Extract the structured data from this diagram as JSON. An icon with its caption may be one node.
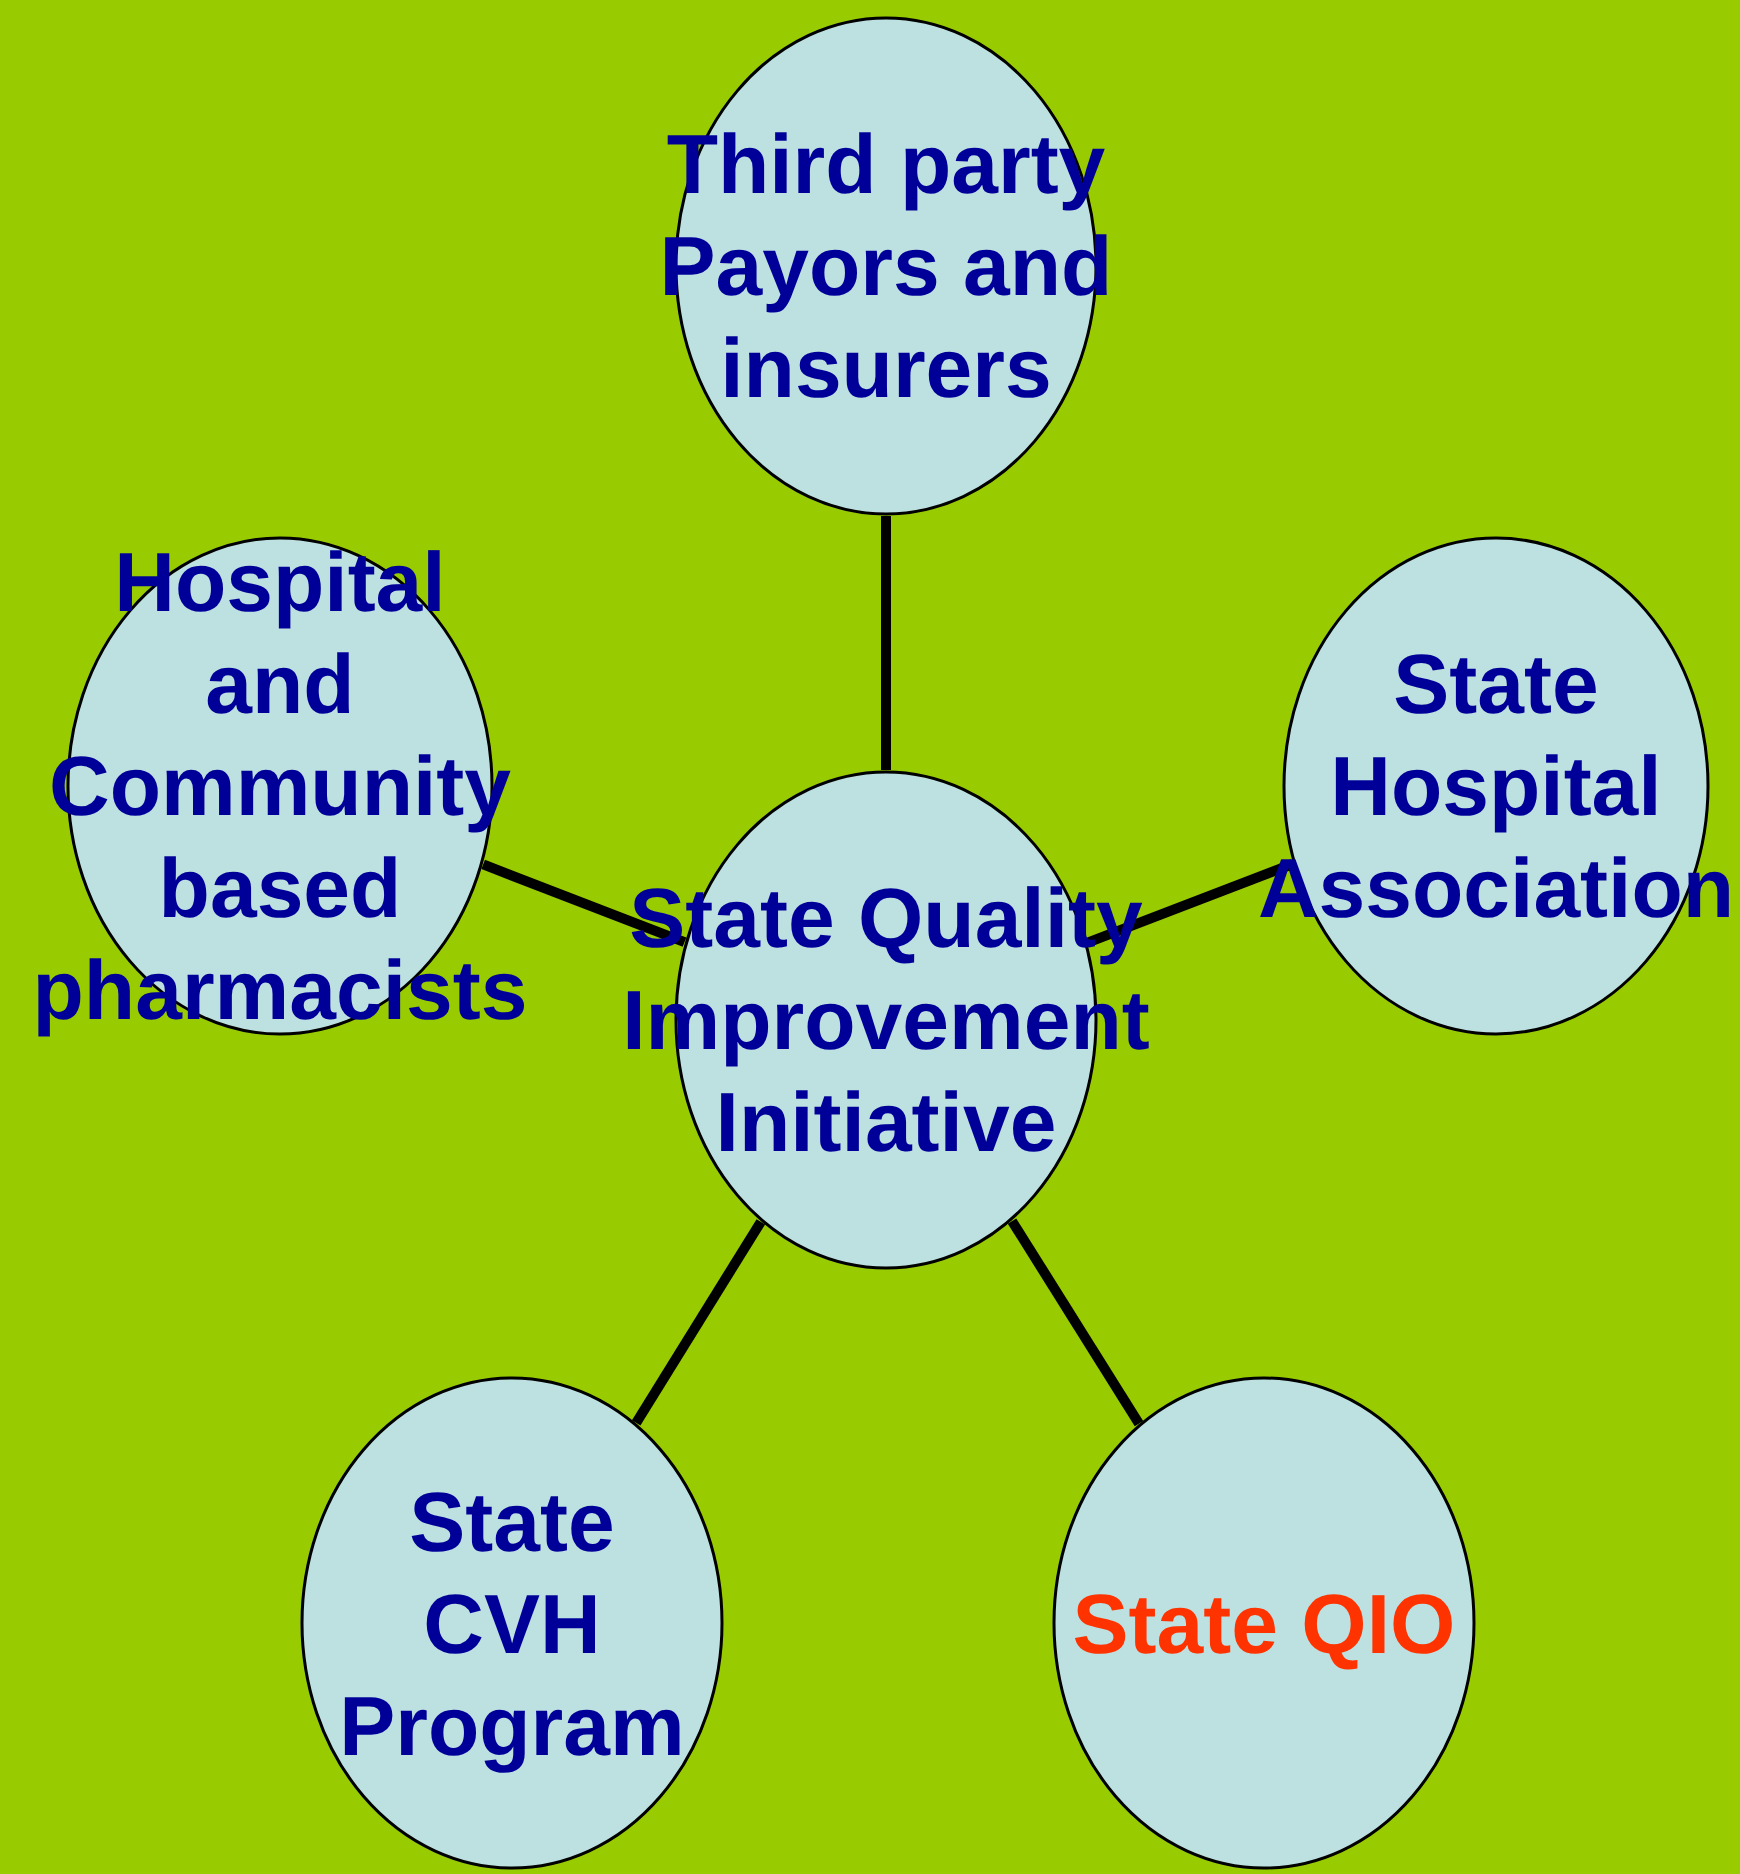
{
  "diagram": {
    "nodes": [
      {
        "text": [
          "State Quality Improvement Initiative"
        ]
      },
      {
        "text": [
          "Third party Payors and insurers"
        ]
      },
      {
        "text": [
          "Hospital and Community based pharmacists"
        ]
      },
      {
        "text": [
          "State Hospital Association"
        ]
      },
      {
        "text": [
          "State CVH Program"
        ]
      },
      {
        "text": [
          "State QIO"
        ]
      }
    ],
    "edges": [
      {
        "from": 0,
        "to": 1,
        "arrow": "none"
      },
      {
        "from": 0,
        "to": 2,
        "arrow": "none"
      },
      {
        "from": 0,
        "to": 3,
        "arrow": "none"
      },
      {
        "from": 0,
        "to": 4,
        "arrow": "none"
      },
      {
        "from": 0,
        "to": 5,
        "arrow": "none"
      }
    ]
  }
}
